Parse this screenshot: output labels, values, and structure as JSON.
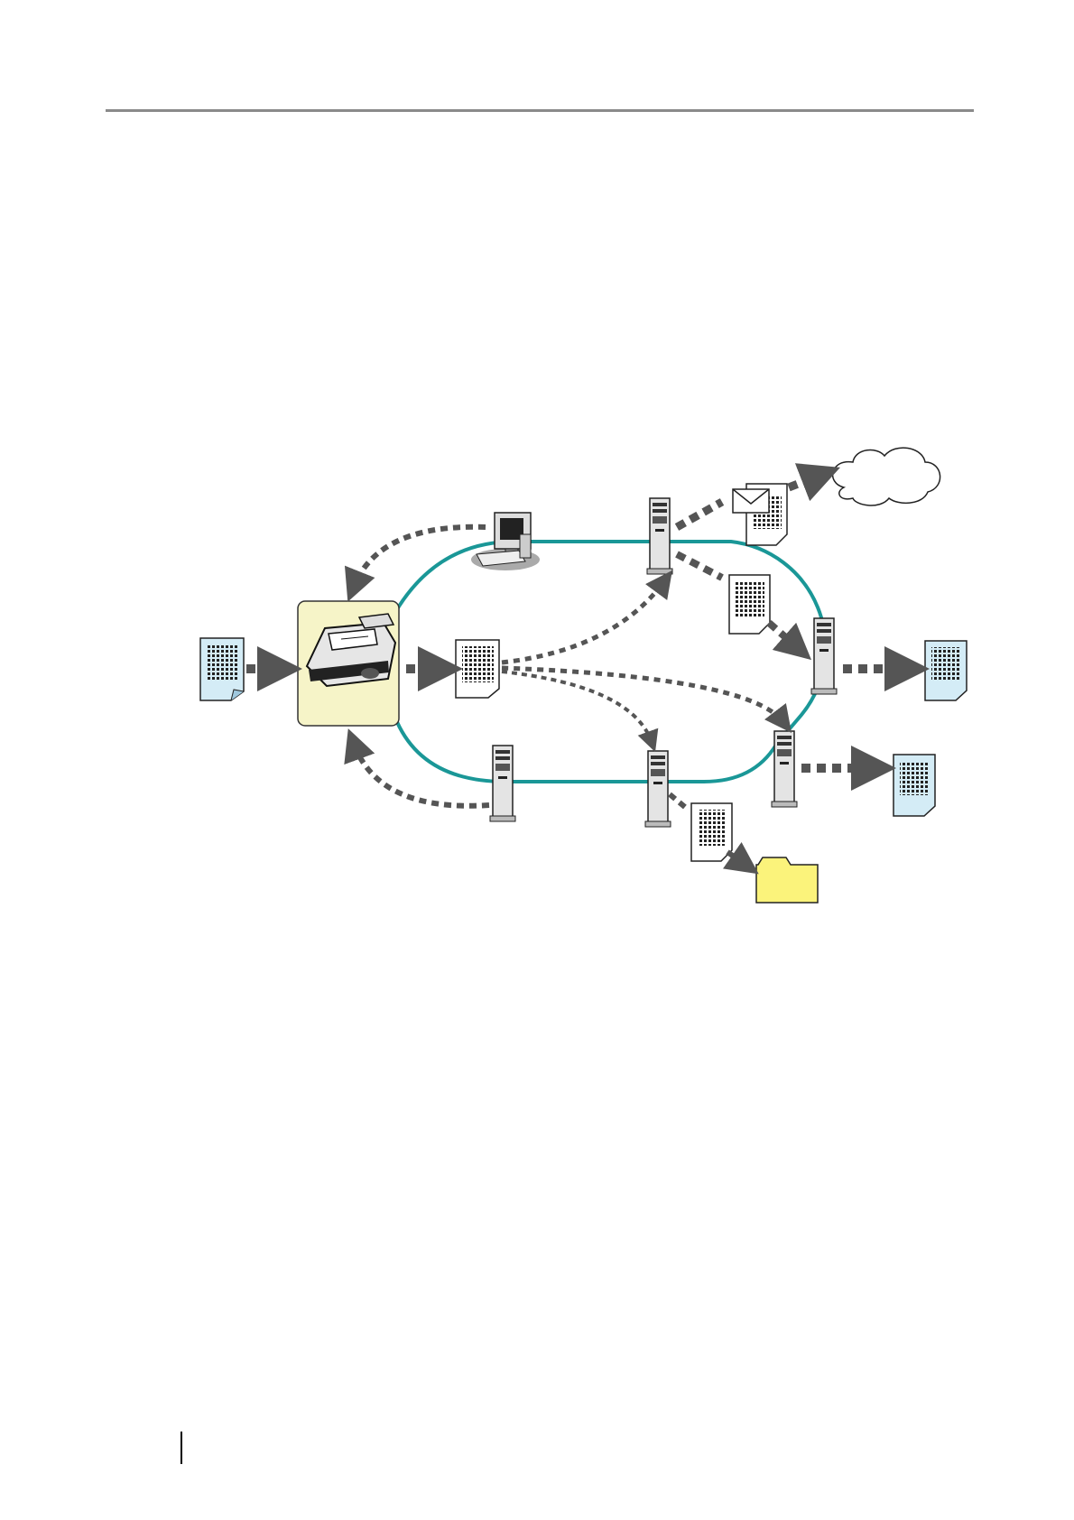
{
  "page": {
    "background": "#ffffff",
    "rule_color": "#8a8a8a"
  },
  "diagram": {
    "network_color": "#1a9797",
    "arrow_color": "#555555",
    "scanner_panel_color": "#f6f4c8",
    "paper_color": "#d4ecf6",
    "folder_color": "#fbf37b",
    "nodes": {
      "scanner": "network-scanner",
      "admin_pc": "admin-computer",
      "servers": [
        "server-top",
        "server-right",
        "server-mid-right",
        "server-bottom-center",
        "server-bottom-left"
      ],
      "cloud": "internet-cloud",
      "folder": "shared-folder",
      "email": "email-envelope"
    }
  }
}
